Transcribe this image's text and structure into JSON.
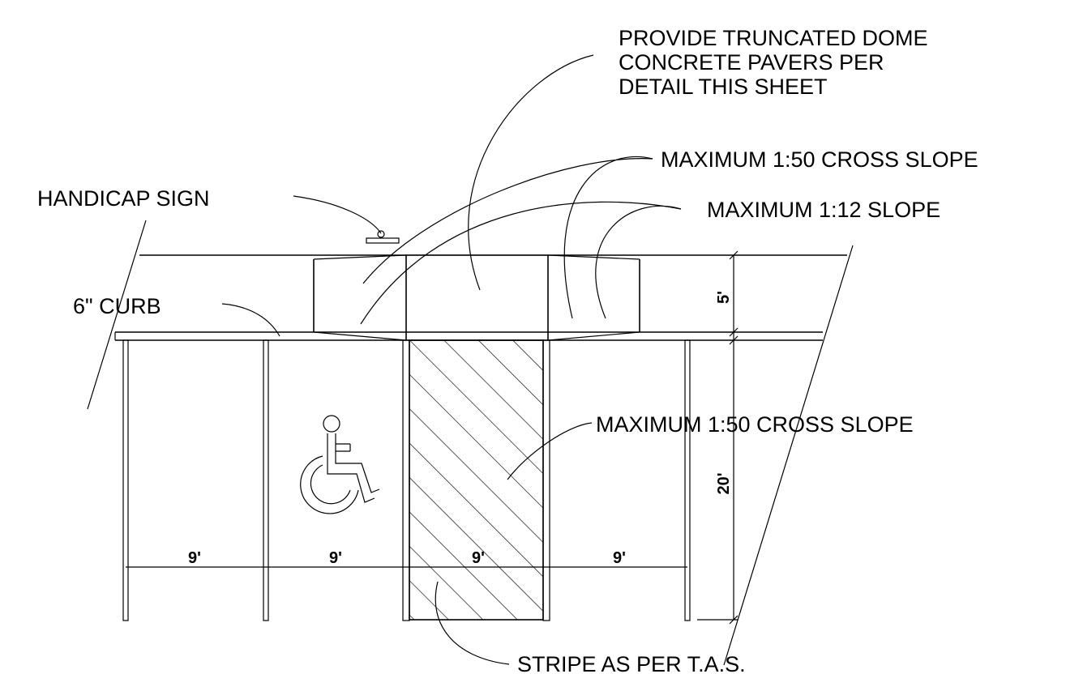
{
  "callouts": {
    "truncated_dome": [
      "PROVIDE TRUNCATED DOME",
      "CONCRETE PAVERS PER",
      "DETAIL THIS SHEET"
    ],
    "cross_slope_top": "MAXIMUM 1:50 CROSS SLOPE",
    "slope_12": "MAXIMUM 1:12 SLOPE",
    "handicap_sign": "HANDICAP SIGN",
    "curb": "6\" CURB",
    "cross_slope_mid": "MAXIMUM 1:50 CROSS SLOPE",
    "stripe": "STRIPE AS PER T.A.S."
  },
  "dimensions": {
    "sidewalk_depth": "5'",
    "stall_depth": "20'",
    "stall_widths": [
      "9'",
      "9'",
      "9'",
      "9'"
    ]
  },
  "symbols": [
    "wheelchair-accessibility-symbol"
  ]
}
